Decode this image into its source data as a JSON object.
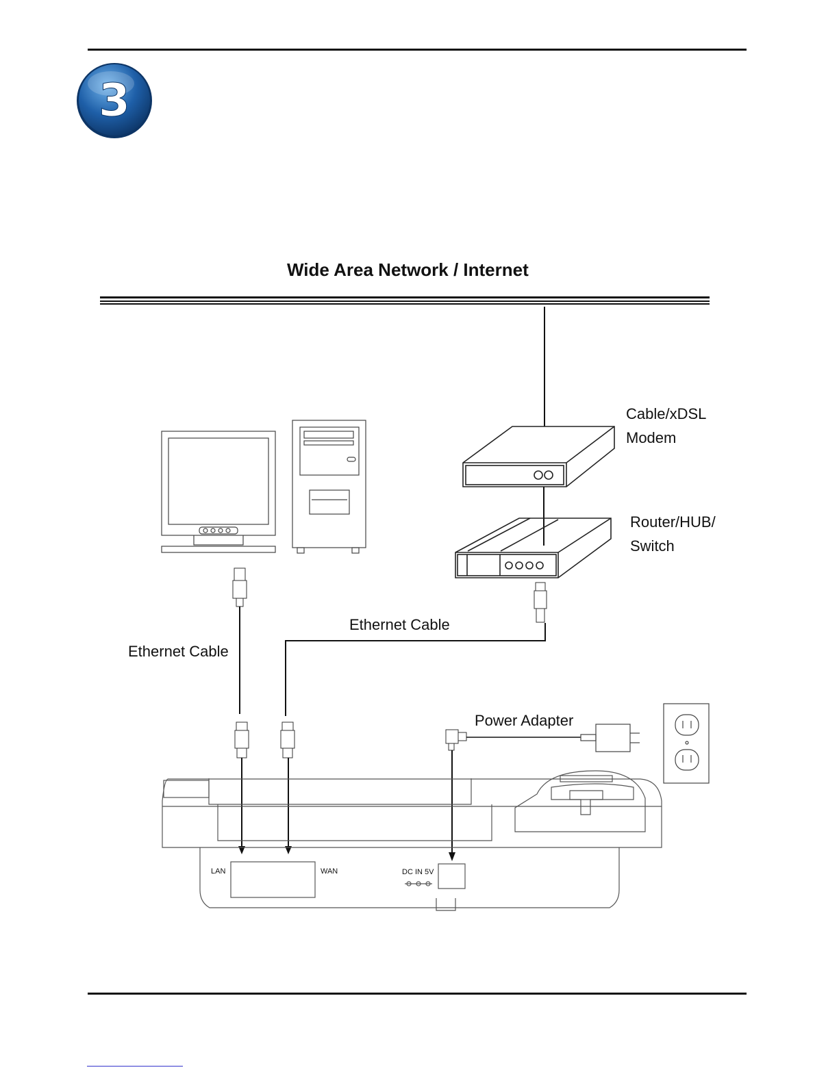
{
  "step": {
    "number": "3",
    "badge_color": "#1e5fa8"
  },
  "diagram": {
    "wan_title": "Wide Area Network / Internet",
    "modem_label_line1": "Cable/xDSL",
    "modem_label_line2": "Modem",
    "router_label_line1": "Router/HUB/",
    "router_label_line2": "Switch",
    "ethernet_cable_label_1": "Ethernet Cable",
    "ethernet_cable_label_2": "Ethernet Cable",
    "power_adapter_label": "Power Adapter",
    "lan_port_label": "LAN",
    "wan_port_label": "WAN",
    "dc_port_label": "DC IN 5V"
  },
  "colors": {
    "line": "#111111",
    "device_outline": "#333333",
    "rule": "#111111"
  }
}
